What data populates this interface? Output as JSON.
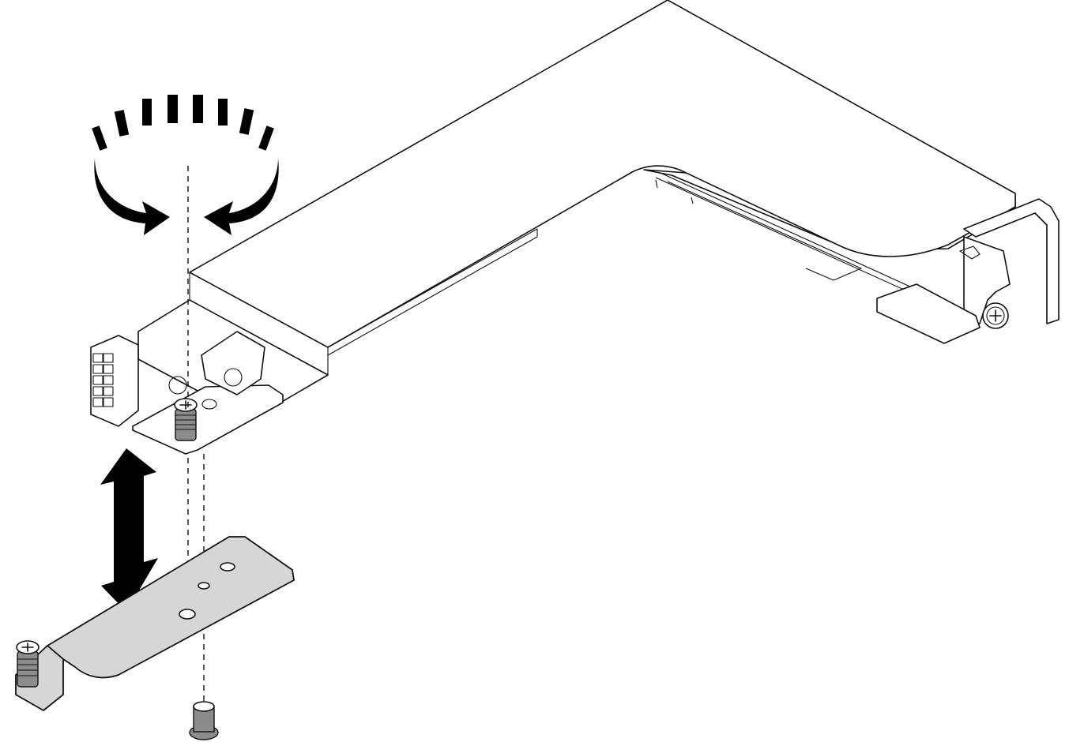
{
  "figure": {
    "description_labels": [],
    "parts": {
      "riser_cage": "riser-cage",
      "screw": "captive-screw",
      "bracket": "riser-bracket",
      "standoff": "standoff"
    },
    "arrows": {
      "rotate": "rotate-arrow-icon",
      "lift": "lift-lower-arrow-icon"
    },
    "colors": {
      "line": "#111111",
      "metal_fill": "#d6d6d6",
      "dark_metal": "#8c8c8c",
      "arrow": "#000000"
    }
  }
}
